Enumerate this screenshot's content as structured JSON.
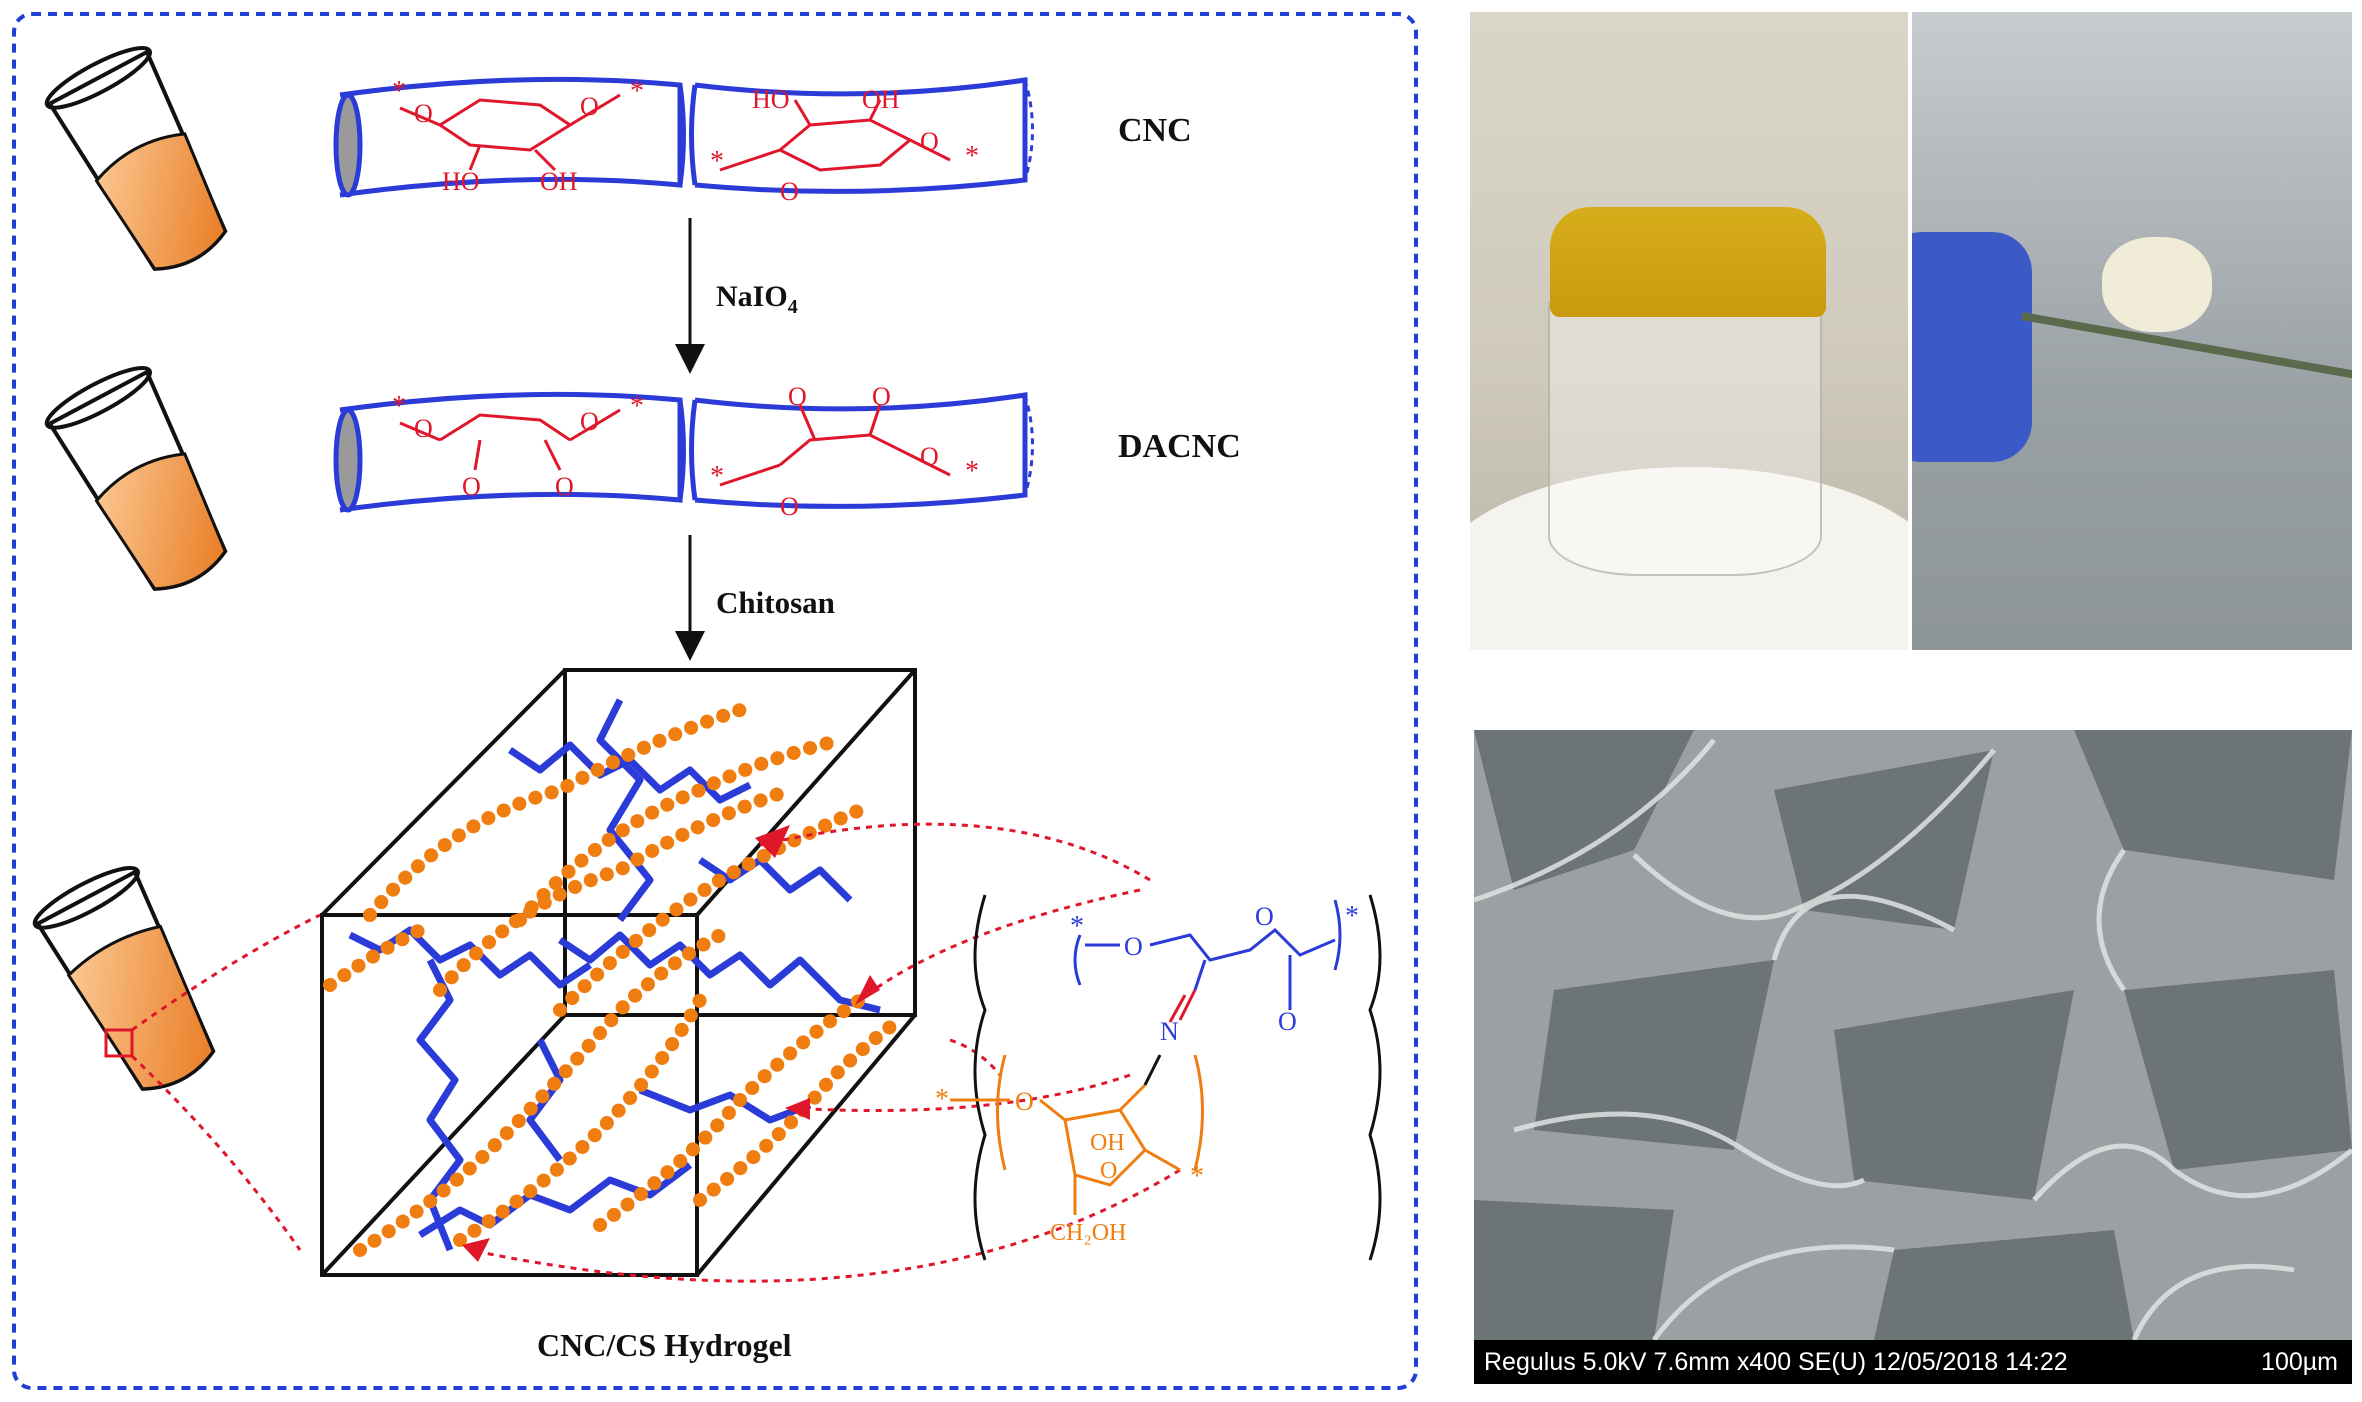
{
  "scheme": {
    "labels": {
      "cnc": "CNC",
      "dacnc": "DACNC",
      "reagent1": "NaIO",
      "reagent1_sub": "4",
      "reagent2": "Chitosan",
      "hydrogel": "CNC/CS Hydrogel"
    },
    "cnc_groups": {
      "ho1": "HO",
      "oh1": "OH",
      "ho2": "HO",
      "oh2": "OH"
    },
    "structure_groups": {
      "ch2oh": "CH₂OH",
      "oh": "OH",
      "o": "O",
      "n": "N",
      "star": "*"
    }
  },
  "sem": {
    "info": "Regulus 5.0kV 7.6mm x400 SE(U) 12/05/2018 14:22",
    "scale": "100µm"
  },
  "colors": {
    "frame": "#1f3fd6",
    "cellulose": "#2b3bd8",
    "glucose": "#e0162b",
    "chitosan": "#f07d10",
    "link": "#e0162b"
  }
}
